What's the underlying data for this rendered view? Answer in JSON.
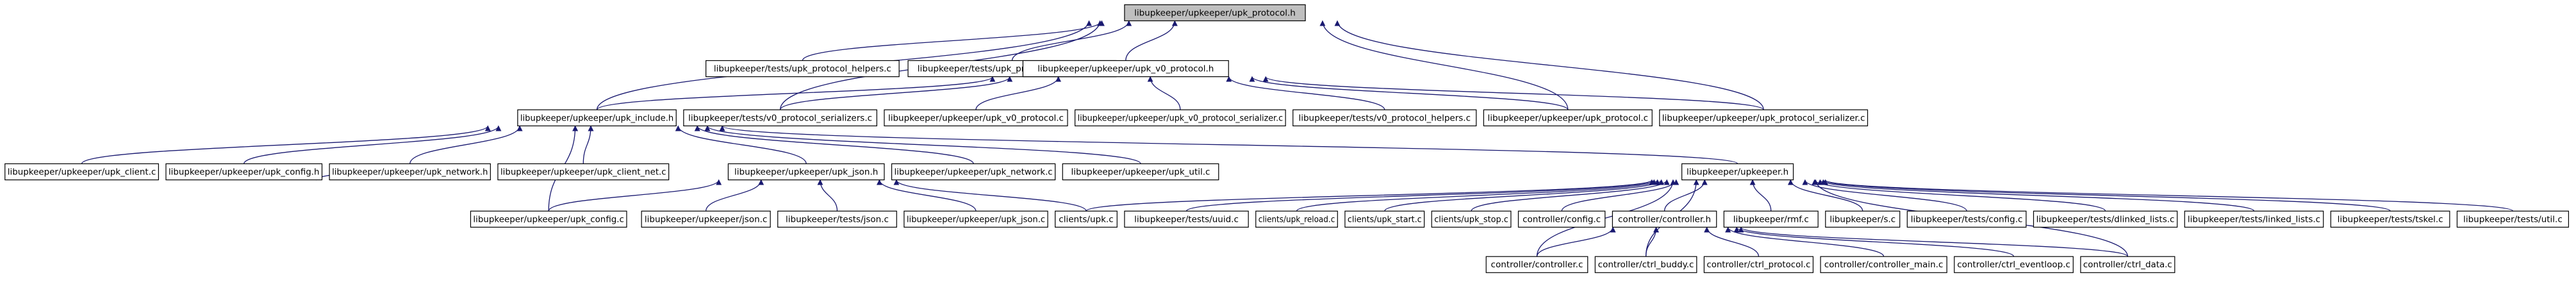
{
  "title": "",
  "colors": {
    "edge": "#191970",
    "root_fill": "#bfbfbf",
    "node_fill": "#ffffff",
    "border": "#000000"
  },
  "nodes": {
    "upk_protocol_h": "libupkeeper/upkeeper/upk_protocol.h",
    "test_protocol_helpers": "libupkeeper/tests/upk_protocol_helpers.c",
    "test_protocol_serializers": "libupkeeper/tests/upk_protocol_serializers.c",
    "upk_v0_protocol_h": "libupkeeper/upkeeper/upk_v0_protocol.h",
    "upk_include_h": "libupkeeper/upkeeper/upk_include.h",
    "test_v0_protocol_serializers": "libupkeeper/tests/v0_protocol_serializers.c",
    "upk_v0_protocol_c": "libupkeeper/upkeeper/upk_v0_protocol.c",
    "upk_v0_protocol_serializer_c": "libupkeeper/upkeeper/upk_v0_protocol_serializer.c",
    "test_v0_protocol_helpers": "libupkeeper/tests/v0_protocol_helpers.c",
    "upk_protocol_c": "libupkeeper/upkeeper/upk_protocol.c",
    "upk_protocol_serializer_c": "libupkeeper/upkeeper/upk_protocol_serializer.c",
    "upk_client_c": "libupkeeper/upkeeper/upk_client.c",
    "upk_config_h": "libupkeeper/upkeeper/upk_config.h",
    "upk_network_h": "libupkeeper/upkeeper/upk_network.h",
    "upk_client_net_c": "libupkeeper/upkeeper/upk_client_net.c",
    "upk_json_h": "libupkeeper/upkeeper/upk_json.h",
    "upk_network_c": "libupkeeper/upkeeper/upk_network.c",
    "upk_util_c": "libupkeeper/upkeeper/upk_util.c",
    "upkeeper_h": "libupkeeper/upkeeper.h",
    "upk_config_c": "libupkeeper/upkeeper/upk_config.c",
    "json_c": "libupkeeper/upkeeper/json.c",
    "test_json_c": "libupkeeper/tests/json.c",
    "upk_json_c": "libupkeeper/upkeeper/upk_json.c",
    "clients_upk_c": "clients/upk.c",
    "test_uuid_c": "libupkeeper/tests/uuid.c",
    "clients_upk_reload_c": "clients/upk_reload.c",
    "clients_upk_start_c": "clients/upk_start.c",
    "clients_upk_stop_c": "clients/upk_stop.c",
    "controller_config_c": "controller/config.c",
    "controller_h": "controller/controller.h",
    "upkeeper_rmf_c": "libupkeeper/rmf.c",
    "upkeeper_s_c": "libupkeeper/s.c",
    "test_config_c": "libupkeeper/tests/config.c",
    "test_dlinked_lists_c": "libupkeeper/tests/dlinked_lists.c",
    "test_linked_lists_c": "libupkeeper/tests/linked_lists.c",
    "test_tskel_c": "libupkeeper/tests/tskel.c",
    "test_util_c": "libupkeeper/tests/util.c",
    "controller_c": "controller/controller.c",
    "ctrl_buddy_c": "controller/ctrl_buddy.c",
    "ctrl_protocol_c": "controller/ctrl_protocol.c",
    "controller_main_c": "controller/controller_main.c",
    "ctrl_eventloop_c": "controller/ctrl_eventloop.c",
    "ctrl_data_c": "controller/ctrl_data.c"
  }
}
